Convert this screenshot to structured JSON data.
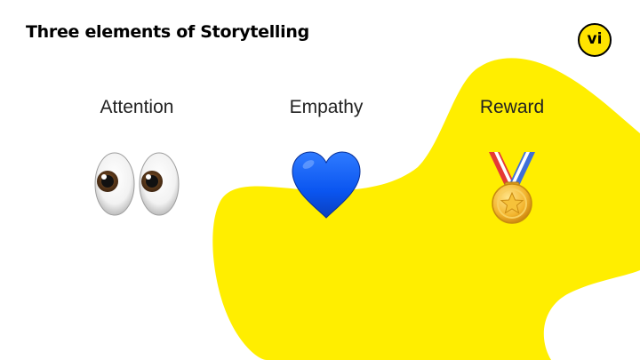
{
  "slide": {
    "title": "Three elements of Storytelling"
  },
  "logo": {
    "text": "vi"
  },
  "colors": {
    "accent_yellow": "#FFEE00",
    "text": "#000000"
  },
  "elements": [
    {
      "label": "Attention",
      "icon": "eyes-icon"
    },
    {
      "label": "Empathy",
      "icon": "blue-heart-icon"
    },
    {
      "label": "Reward",
      "icon": "medal-icon"
    }
  ]
}
